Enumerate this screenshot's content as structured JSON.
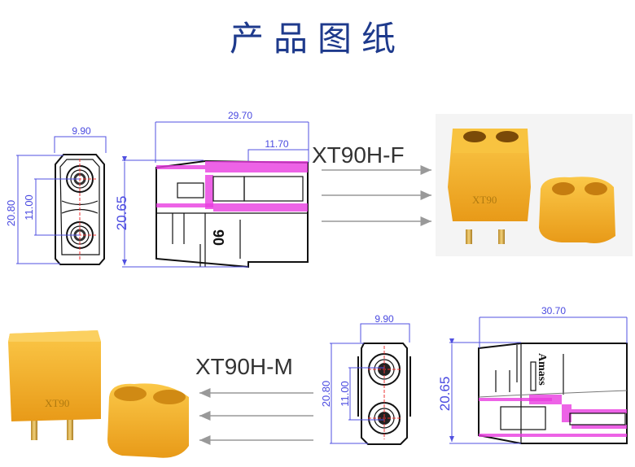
{
  "title": "产品图纸",
  "female": {
    "model": "XT90H-F",
    "front_view": {
      "width": "9.90",
      "height": "20.80",
      "pitch": "11.00"
    },
    "side_view": {
      "length": "29.70",
      "insert": "11.70",
      "height": "20.65",
      "marking": "90"
    },
    "photo_marking": "XT90"
  },
  "male": {
    "model": "XT90H-M",
    "front_view": {
      "width": "9.90",
      "height": "20.80",
      "pitch": "11.00"
    },
    "side_view": {
      "length": "30.70",
      "height": "20.65",
      "marking": "Amass"
    },
    "photo_marking": "XT90"
  },
  "colors": {
    "dimension": "#4a4ae0",
    "section_hatch": "#e83ce0",
    "connector": "#f5b430",
    "title": "#1e3a8c"
  }
}
